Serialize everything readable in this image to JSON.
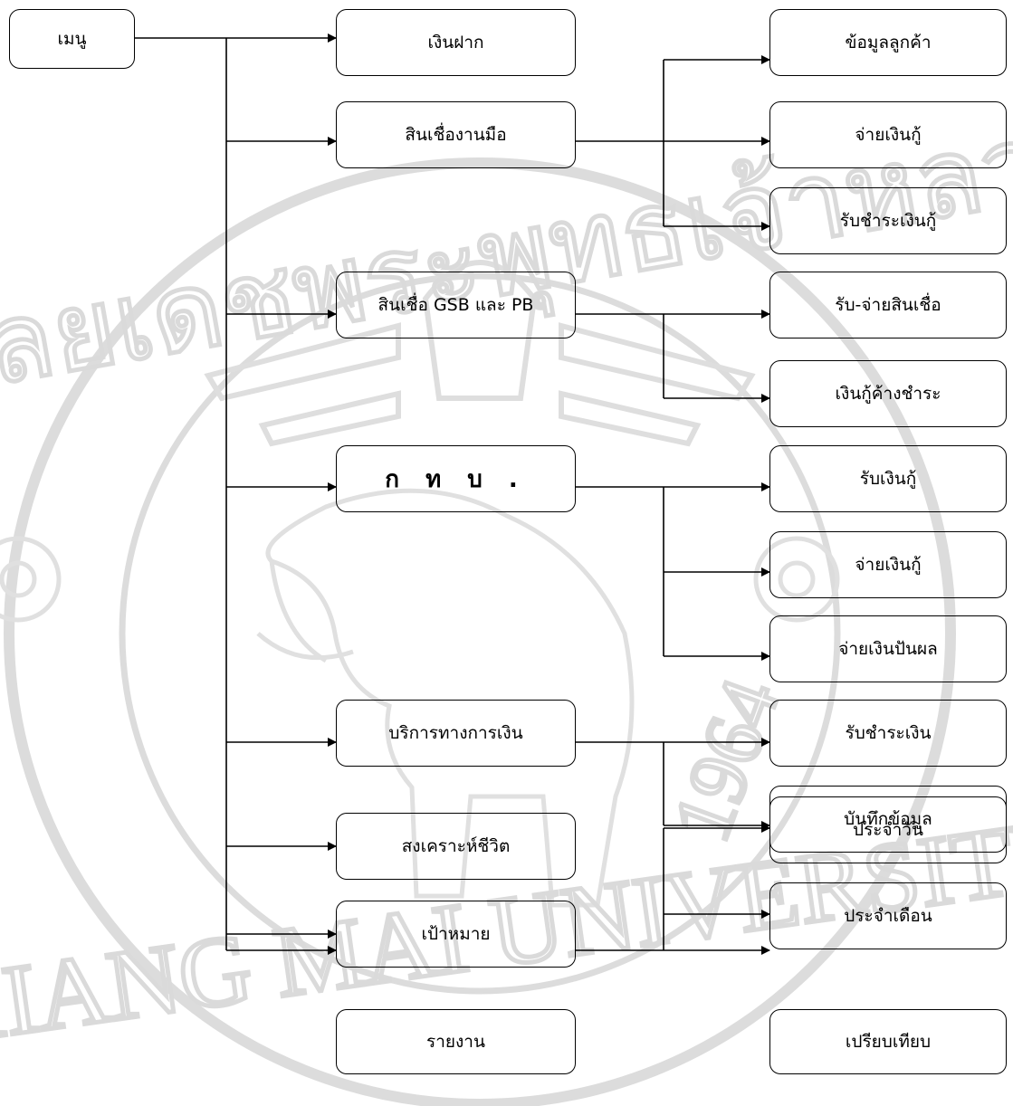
{
  "root": {
    "label": "เมนู"
  },
  "menu_items": [
    {
      "label": "เงินฝาก"
    },
    {
      "label": "สินเชื่องานมือ"
    },
    {
      "label": "สินเชื่อ GSB และ PB"
    },
    {
      "label": "ก ท บ ."
    },
    {
      "label": "บริการทางการเงิน"
    },
    {
      "label": "สงเคราะห์ชีวิต"
    },
    {
      "label": "เป้าหมาย"
    },
    {
      "label": "รายงาน"
    }
  ],
  "sub_items": {
    "credit_manual": [
      {
        "label": "ข้อมูลลูกค้า"
      },
      {
        "label": "จ่ายเงินกู้"
      },
      {
        "label": "รับชำระเงินกู้"
      }
    ],
    "credit_gsb_pb": [
      {
        "label": "รับ-จ่ายสินเชื่อ"
      },
      {
        "label": "เงินกู้ค้างชำระ"
      }
    ],
    "ktb": [
      {
        "label": "รับเงินกู้"
      },
      {
        "label": "จ่ายเงินกู้"
      },
      {
        "label": "จ่ายเงินปันผล"
      }
    ],
    "financial_services": [
      {
        "label": "รับชำระเงิน"
      },
      {
        "label": "บันทึกข้อมูล"
      }
    ],
    "reports": [
      {
        "label": "ประจำวัน"
      },
      {
        "label": "ประจำเดือน"
      },
      {
        "label": "เปรียบเทียบ"
      }
    ]
  },
  "watermark": {
    "text_top": "อดุลยเดชพระพุทธเจ้าหลวง",
    "text_bottom": "CHIANG MAI UNIVERSITY",
    "year": "1964",
    "color": "#d8d8d8"
  }
}
